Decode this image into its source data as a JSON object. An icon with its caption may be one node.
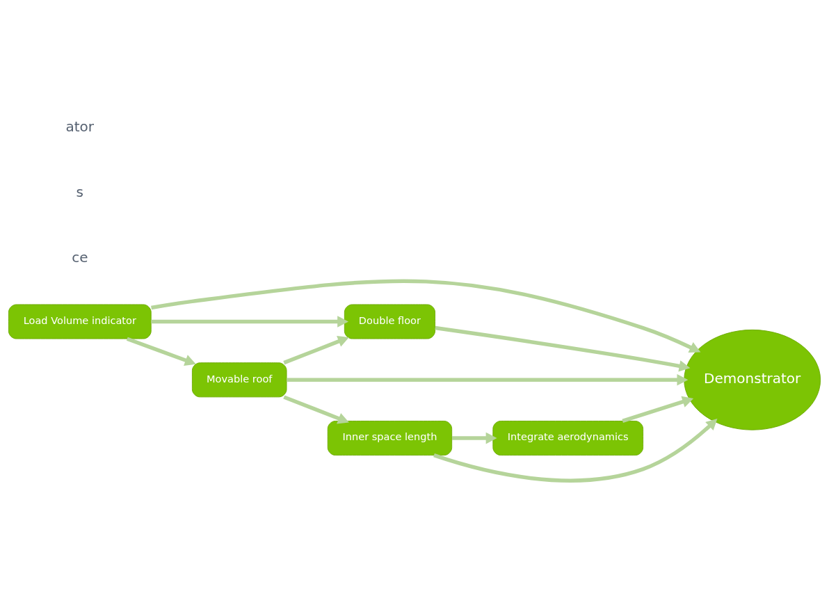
{
  "diagram": {
    "nodes": [
      {
        "text": [
          "Integrate aerodynamics"
        ]
      },
      {
        "text": [
          "Demonstrator"
        ]
      },
      {
        "text": [
          "Double floor"
        ]
      },
      {
        "text": [
          "Inner space length"
        ]
      },
      {
        "text": [
          "Movable roof"
        ]
      },
      {
        "text": [
          "Load Volume indicator"
        ]
      }
    ],
    "edges": [
      {
        "from": 0,
        "to": 1,
        "arrow": "to"
      },
      {
        "from": 3,
        "to": 0,
        "arrow": "to"
      },
      {
        "from": 3,
        "to": 1,
        "arrow": "to"
      },
      {
        "from": 2,
        "to": 1,
        "arrow": "to"
      },
      {
        "from": 4,
        "to": 3,
        "arrow": "to"
      },
      {
        "from": 4,
        "to": 1,
        "arrow": "to"
      },
      {
        "from": 4,
        "to": 2,
        "arrow": "to"
      },
      {
        "from": 5,
        "to": 1,
        "arrow": "to"
      },
      {
        "from": 5,
        "to": 4,
        "arrow": "to"
      },
      {
        "from": 5,
        "to": 2,
        "arrow": "to"
      }
    ],
    "labels": [
      "ce",
      "s",
      "ator"
    ]
  }
}
